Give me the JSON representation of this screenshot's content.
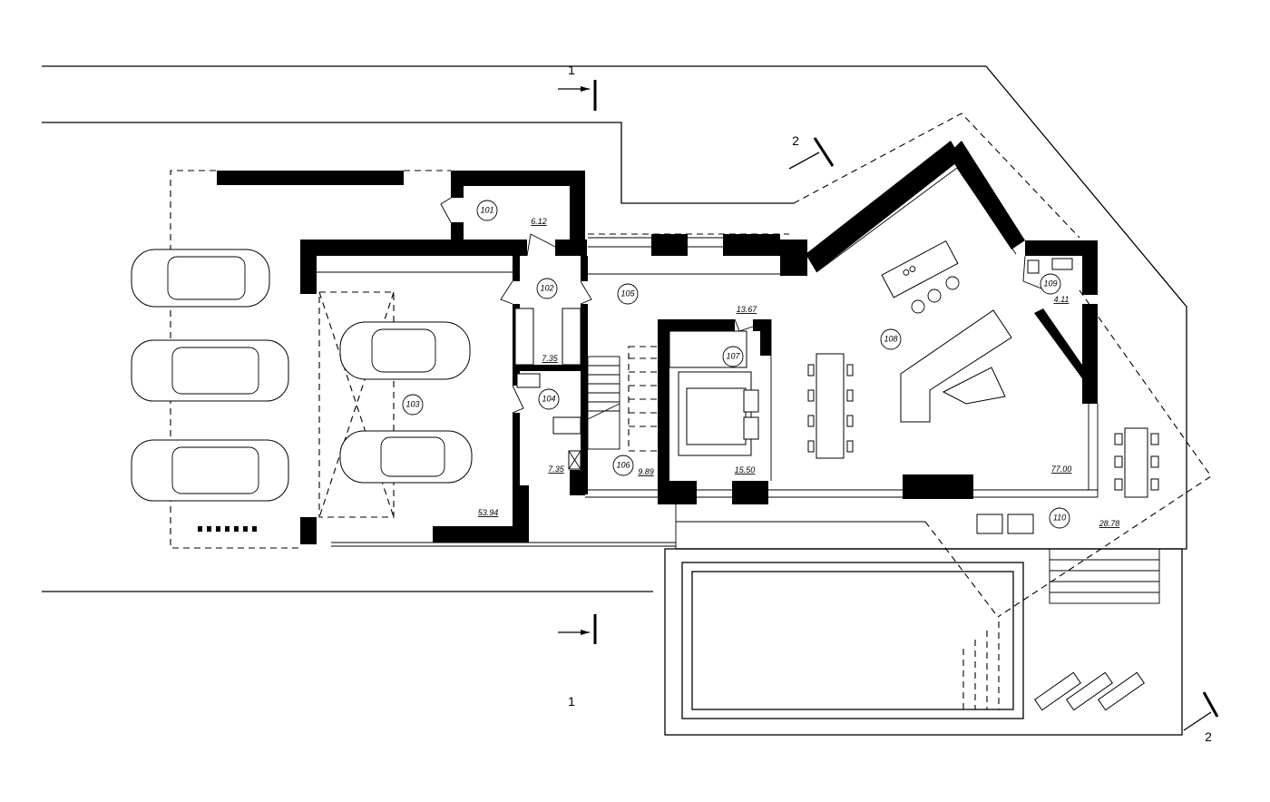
{
  "drawing": {
    "type": "ground floor plan",
    "section_marks": {
      "s1_top": "1",
      "s1_bottom": "1",
      "s2_top": "2",
      "s2_bottom": "2"
    },
    "rooms": [
      {
        "number": "101",
        "area": "6.12"
      },
      {
        "number": "102",
        "area": "7.35"
      },
      {
        "number": "103",
        "area": "53.94"
      },
      {
        "number": "104",
        "area": "7.35"
      },
      {
        "number": "105",
        "area": "13.67"
      },
      {
        "number": "106",
        "area": "9.89"
      },
      {
        "number": "107",
        "area": "15.50"
      },
      {
        "number": "108",
        "area": "77.00"
      },
      {
        "number": "109",
        "area": "4.11"
      },
      {
        "number": "110",
        "area": "28.78"
      }
    ]
  }
}
